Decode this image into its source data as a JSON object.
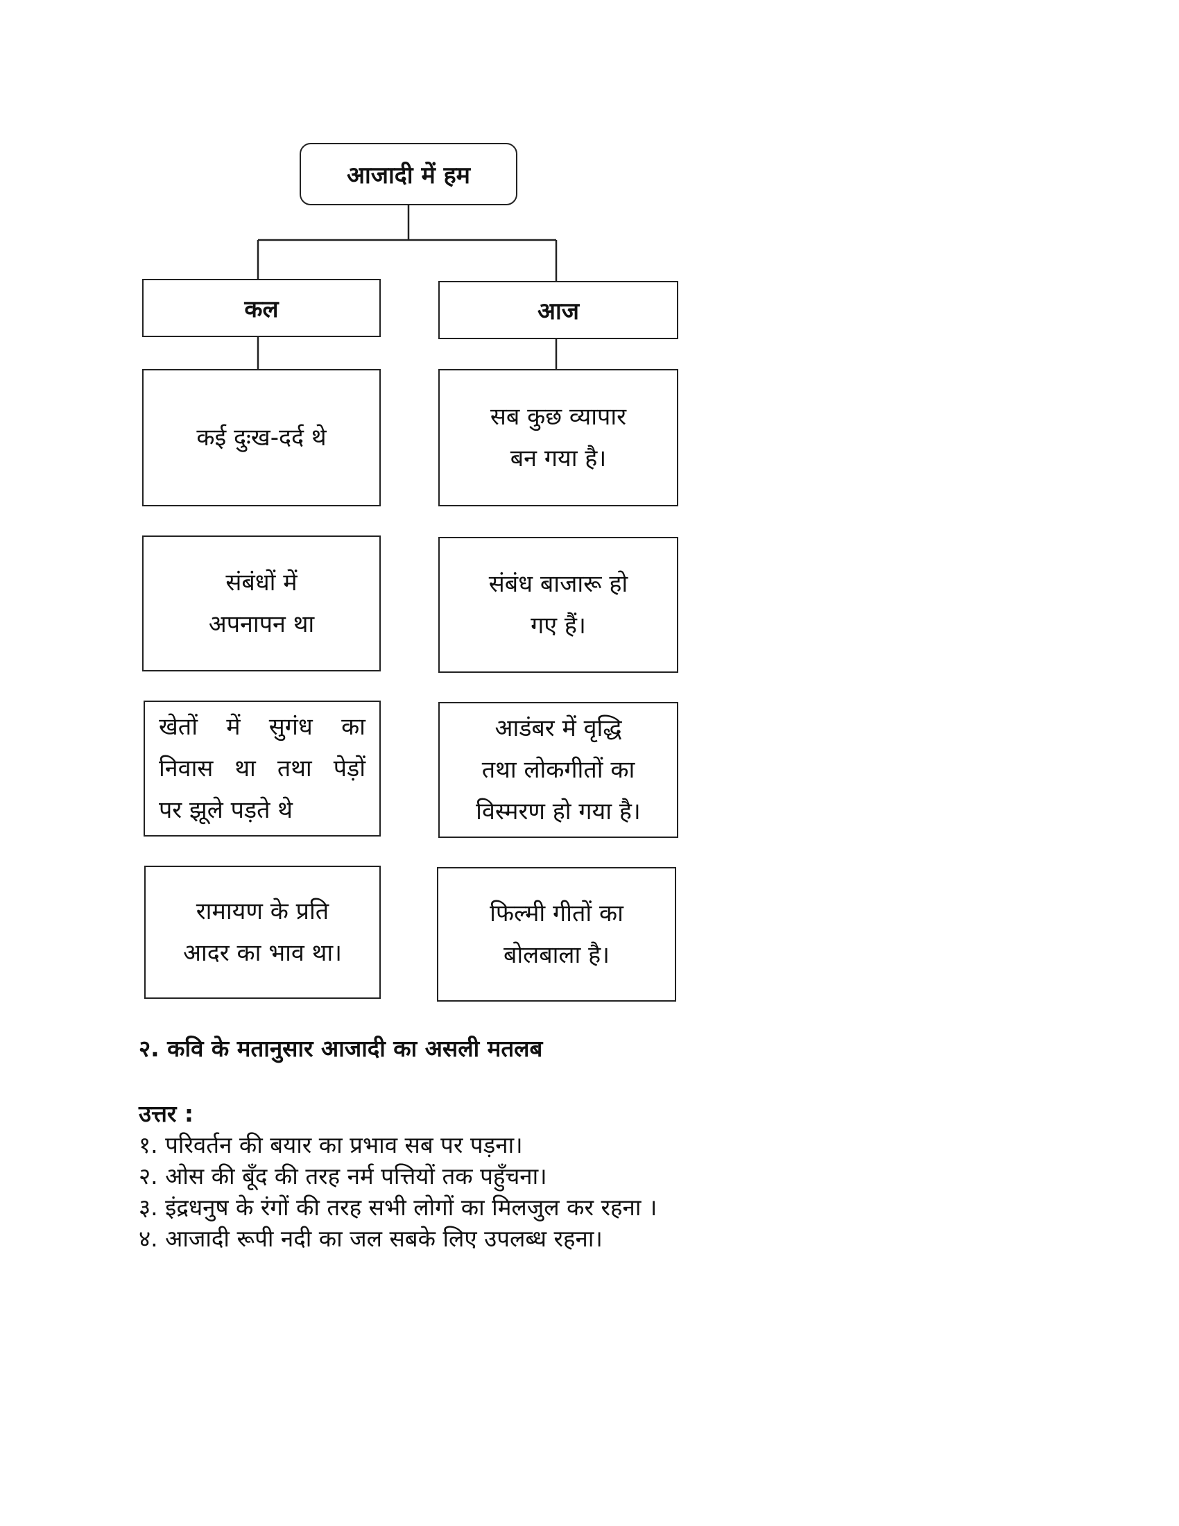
{
  "diagram": {
    "root": "आजादी में हम",
    "left_header": "कल",
    "right_header": "आज",
    "rows": [
      {
        "left": [
          "कई दुःख-दर्द थे"
        ],
        "right": [
          "सब कुछ व्यापार",
          "बन गया है।"
        ]
      },
      {
        "left": [
          "संबंधों में",
          "अपनापन था"
        ],
        "right": [
          "संबंध बाजारू हो",
          "गए हैं।"
        ]
      },
      {
        "left": [
          "खेतों में सुगंध का",
          "निवास था तथा पेड़ों",
          "पर झूले पड़ते थे"
        ],
        "right": [
          "आडंबर में वृद्धि",
          "तथा लोकगीतों का",
          "विस्मरण हो गया है।"
        ]
      },
      {
        "left": [
          "रामायण के प्रति",
          "आदर का भाव था।"
        ],
        "right": [
          "फिल्मी गीतों का",
          "बोलबाला है।"
        ]
      }
    ]
  },
  "question": "२. कवि के मतानुसार आजादी का असली मतलब",
  "answer_label": "उत्तर :",
  "answers": [
    "१. परिवर्तन की बयार का प्रभाव सब पर पड़ना।",
    "२. ओस की बूँद की तरह नर्म पत्तियों तक पहुँचना।",
    "३. इंद्रधनुष के रंगों की तरह सभी लोगों का मिलजुल कर रहना ।",
    "४. आजादी रूपी नदी का जल सबके लिए उपलब्ध रहना।"
  ]
}
